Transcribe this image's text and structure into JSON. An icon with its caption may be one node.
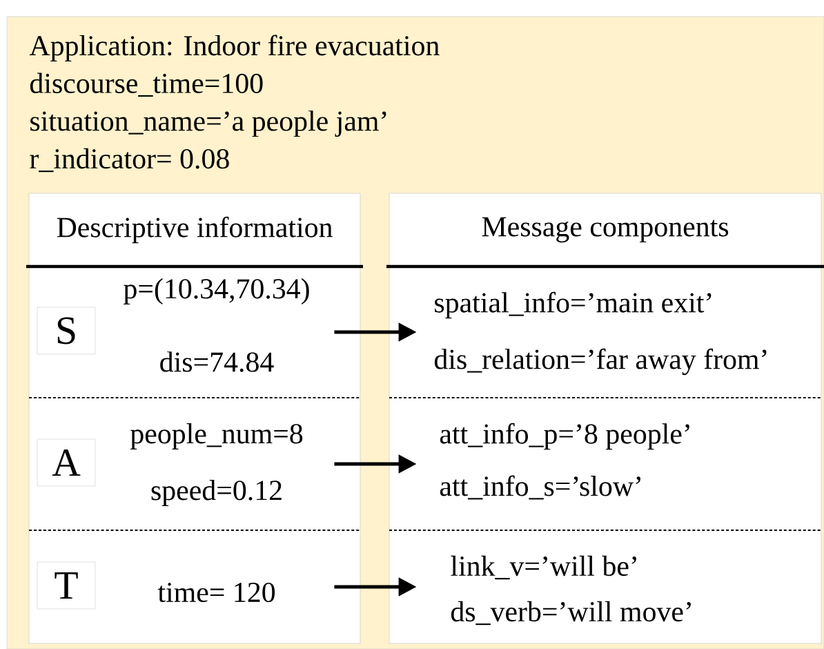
{
  "diagram": {
    "nodes": [
      {
        "text": [
          "Application: Indoor fire evacuation",
          "discourse_time=100",
          "situation_name=’a people jam’",
          "r_indicator= 0.08"
        ]
      },
      {
        "text": [
          "Descriptive information"
        ],
        "in": 0
      },
      {
        "text": [
          "Message components"
        ],
        "in": 0
      },
      {
        "text": [
          "p=(10.34,70.34)",
          "dis=74.84"
        ],
        "in": 1
      },
      {
        "text": [
          "S"
        ],
        "in": 1
      },
      {
        "text": [
          "people_num=8",
          "speed=0.12"
        ],
        "in": 1
      },
      {
        "text": [
          "A"
        ],
        "in": 1
      },
      {
        "text": [
          "time= 120"
        ],
        "in": 1
      },
      {
        "text": [
          "T"
        ],
        "in": 1
      },
      {
        "text": [
          "spatial_info=’main exit’",
          "dis_relation=’far away from’"
        ],
        "in": 2
      },
      {
        "text": [
          "att_info_p=’8 people’",
          "att_info_s=’slow’"
        ],
        "in": 2
      },
      {
        "text": [
          "link_v=’will be’",
          "ds_verb=’will move’"
        ],
        "in": 2
      }
    ],
    "edges": [
      {
        "from": 3,
        "to": 9,
        "arrow": "to"
      },
      {
        "from": 5,
        "to": 10,
        "arrow": "to"
      },
      {
        "from": 7,
        "to": 11,
        "arrow": "to"
      }
    ]
  }
}
